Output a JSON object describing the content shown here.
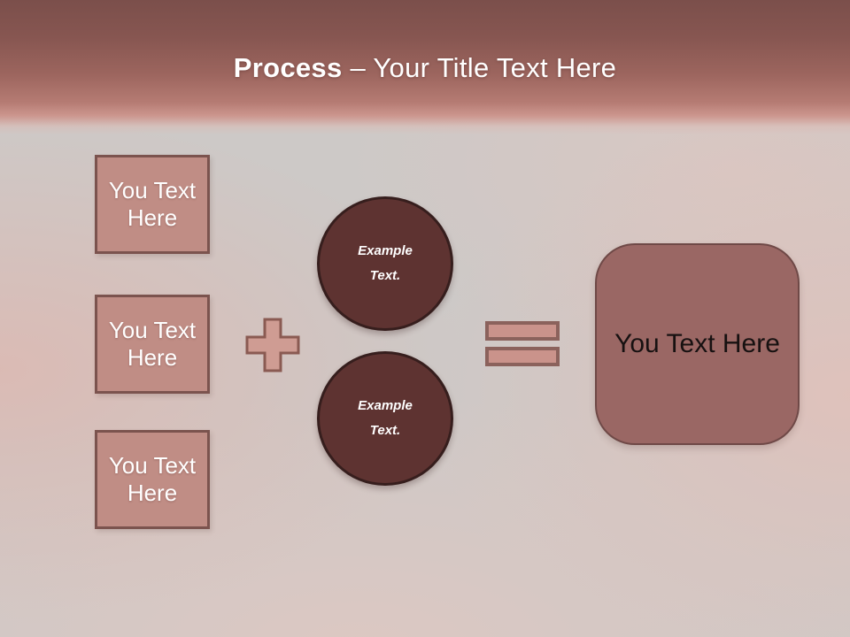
{
  "title": {
    "emphasis": "Process",
    "rest": "– Your Title Text Here"
  },
  "input_boxes": [
    {
      "label": "You Text Here"
    },
    {
      "label": "You Text Here"
    },
    {
      "label": "You Text Here"
    }
  ],
  "example_circles": [
    {
      "label": "Example Text."
    },
    {
      "label": "Example Text."
    }
  ],
  "result_box": {
    "label": "You Text Here"
  },
  "colors": {
    "header_top": "#7b4f4b",
    "header_bottom": "#cc968e",
    "background_base": "#cdc9c7",
    "background_blush": "#ddb8b1",
    "input_box_fill": "#c08d85",
    "input_box_border": "#7b534e",
    "plus_fill": "#cf9c93",
    "plus_border": "#8a5a52",
    "equals_fill": "#ca938b",
    "equals_border": "#8b625c",
    "circle_fill": "#5e3331",
    "circle_border": "#361e1d",
    "result_fill": "#9a6764",
    "result_border": "#6f4947",
    "title_text": "#ffffff",
    "result_text": "#171111"
  }
}
